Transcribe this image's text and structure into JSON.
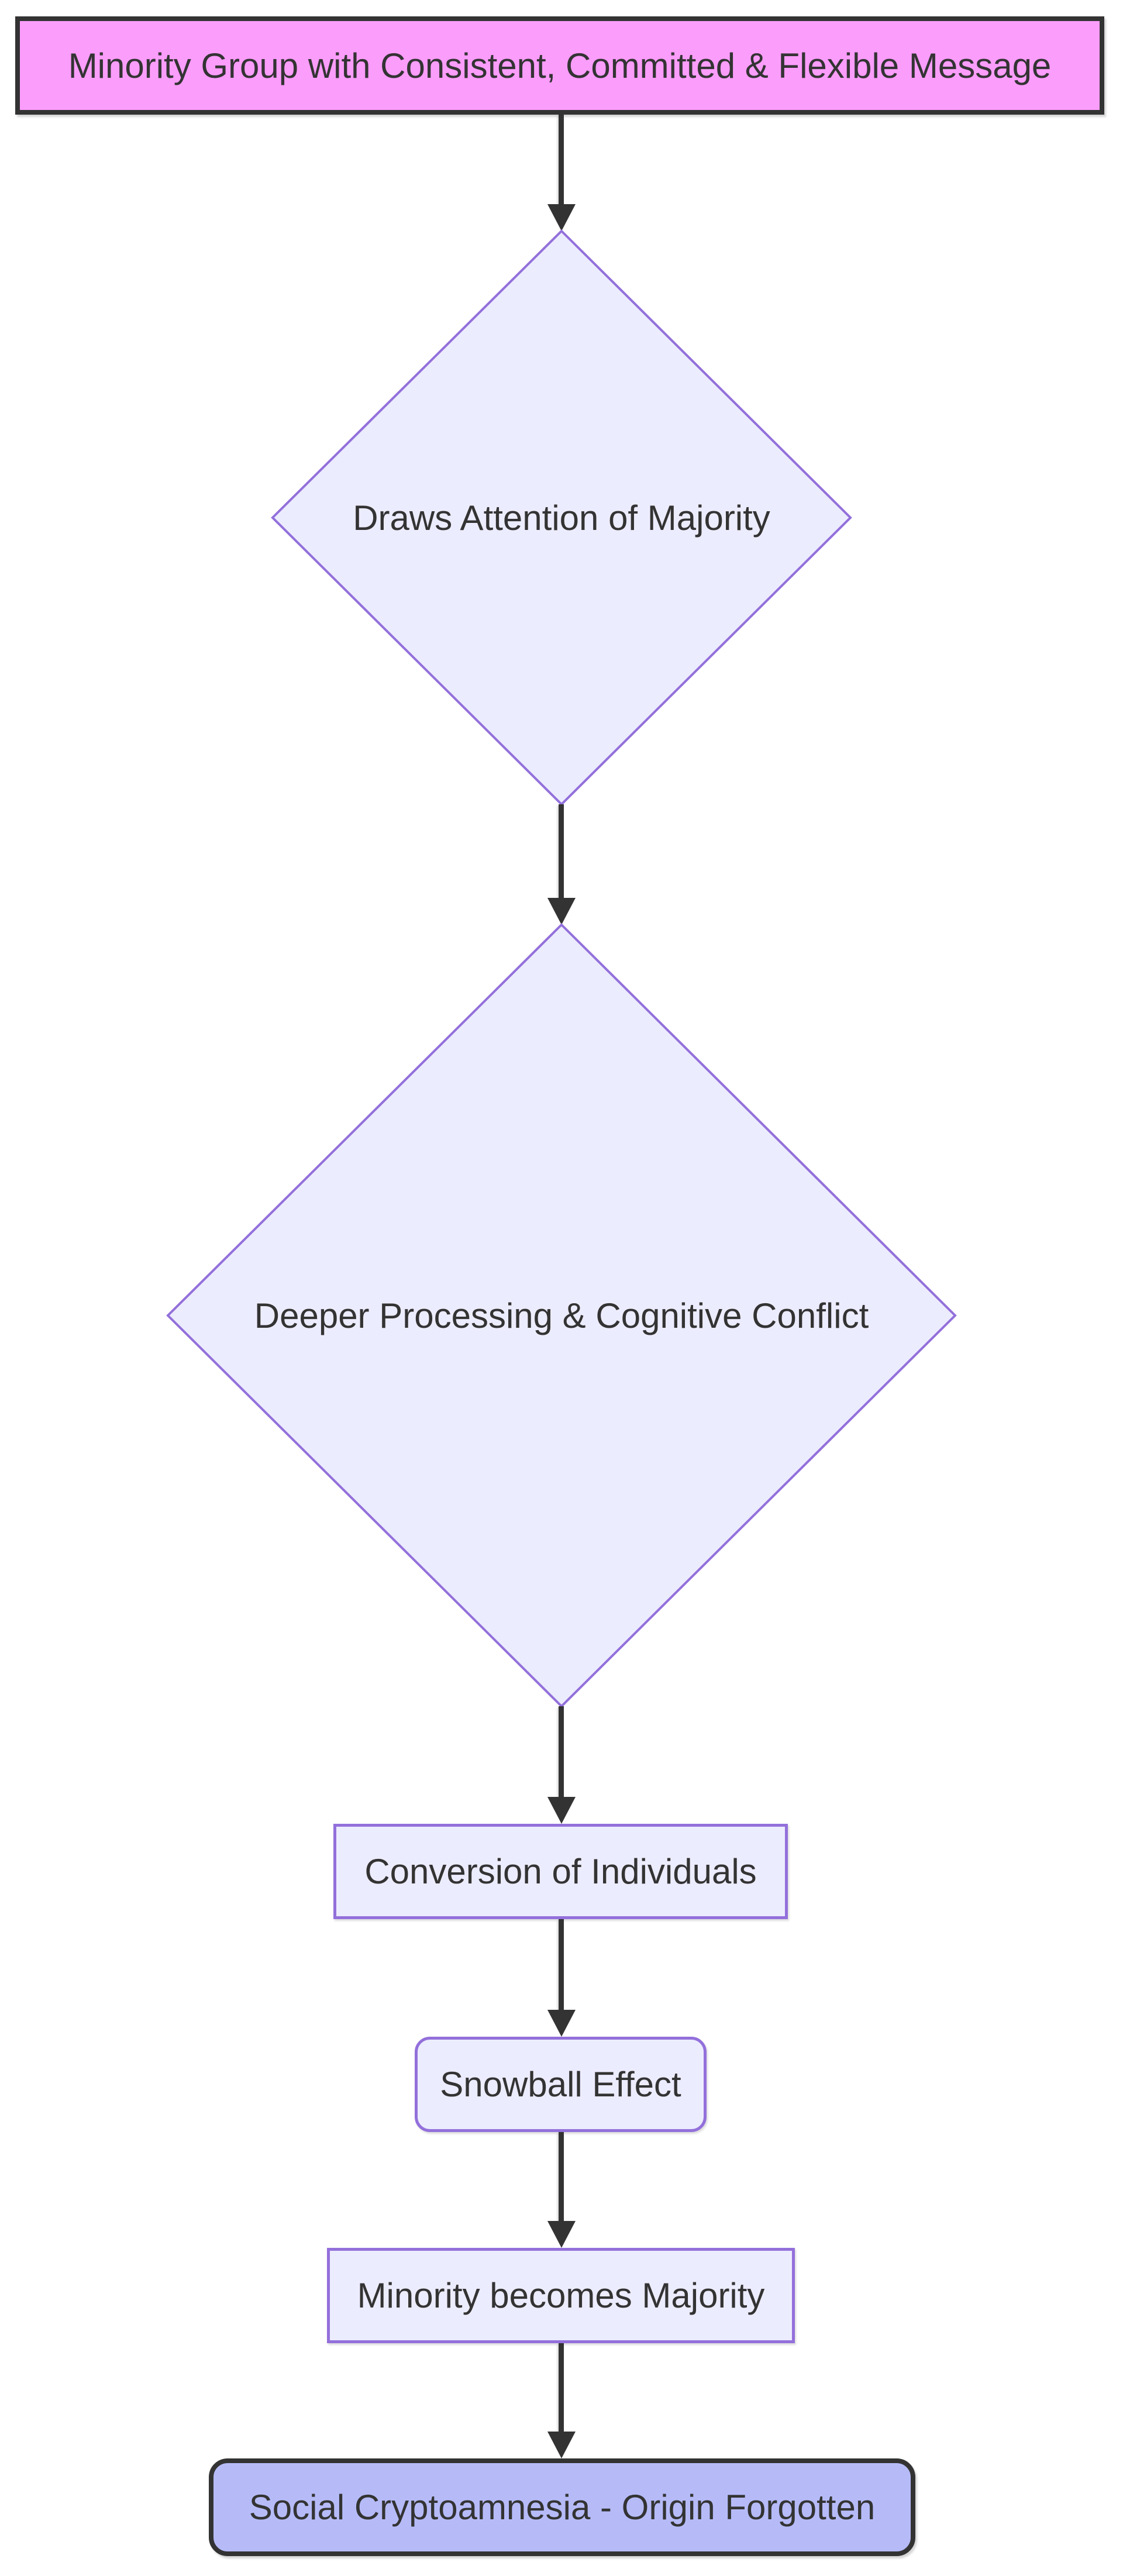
{
  "diagram": {
    "type": "flowchart",
    "direction": "top-down",
    "background_color": "#ffffff",
    "colors": {
      "process_fill": "#ECECFF",
      "process_border": "#9370DB",
      "start_fill": "#FB9DFB",
      "start_border": "#333333",
      "end_fill": "#B6BBF8",
      "end_border": "#333333",
      "edge_color": "#333333",
      "text_color": "#333333"
    },
    "nodes": [
      {
        "id": "start",
        "shape": "rectangle",
        "label": "Minority Group with Consistent, Committed & Flexible Message"
      },
      {
        "id": "attention",
        "shape": "diamond",
        "label": "Draws Attention of Majority"
      },
      {
        "id": "processing",
        "shape": "diamond",
        "label": "Deeper Processing & Cognitive Conflict"
      },
      {
        "id": "conversion",
        "shape": "rectangle",
        "label": "Conversion of Individuals"
      },
      {
        "id": "snowball",
        "shape": "rounded-rectangle",
        "label": "Snowball Effect"
      },
      {
        "id": "majority",
        "shape": "rectangle",
        "label": "Minority becomes Majority"
      },
      {
        "id": "cryptoamnesia",
        "shape": "rounded-rectangle",
        "label": "Social Cryptoamnesia - Origin Forgotten"
      }
    ],
    "edges": [
      {
        "from": "start",
        "to": "attention"
      },
      {
        "from": "attention",
        "to": "processing"
      },
      {
        "from": "processing",
        "to": "conversion"
      },
      {
        "from": "conversion",
        "to": "snowball"
      },
      {
        "from": "snowball",
        "to": "majority"
      },
      {
        "from": "majority",
        "to": "cryptoamnesia"
      }
    ]
  }
}
